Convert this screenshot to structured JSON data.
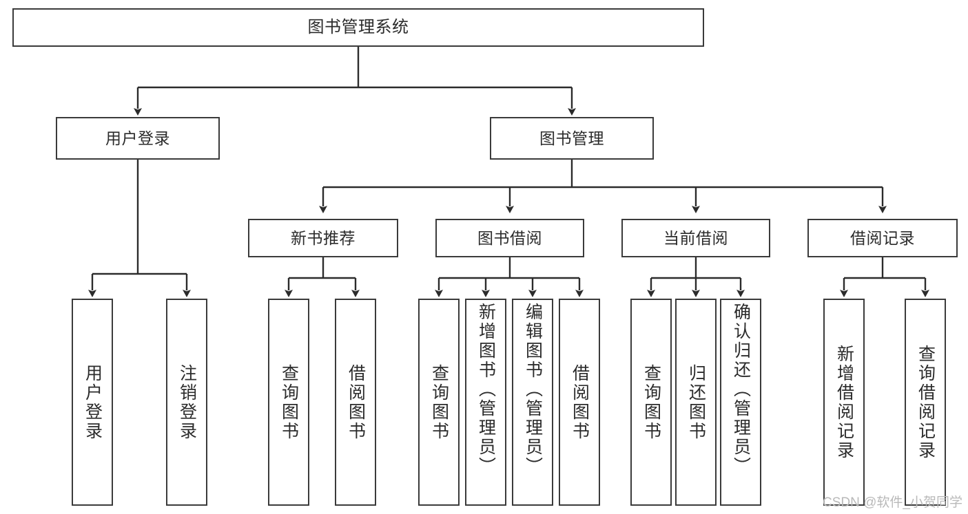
{
  "diagram": {
    "type": "hierarchy-tree",
    "title": "图书管理系统",
    "watermark": "CSDN @软件_小贺同学",
    "colors": {
      "box_border": "#3a3a3a",
      "box_fill": "#ffffff",
      "connector": "#2b2b2b",
      "text": "#2b2b2b",
      "watermark": "#b9b9b9"
    },
    "levels": {
      "root": {
        "label": "图书管理系统"
      },
      "level2": [
        {
          "label": "用户登录"
        },
        {
          "label": "图书管理"
        }
      ],
      "level3": [
        {
          "label": "新书推荐"
        },
        {
          "label": "图书借阅"
        },
        {
          "label": "当前借阅"
        },
        {
          "label": "借阅记录"
        }
      ],
      "leaves": {
        "user_login": [
          {
            "label": "用户登录"
          },
          {
            "label": "注销登录"
          }
        ],
        "new_book_rec": [
          {
            "label": "查询图书"
          },
          {
            "label": "借阅图书"
          }
        ],
        "book_borrow": [
          {
            "label": "查询图书"
          },
          {
            "label": "新增图书（管理员）"
          },
          {
            "label": "编辑图书（管理员）"
          },
          {
            "label": "借阅图书"
          }
        ],
        "current_borrow": [
          {
            "label": "查询图书"
          },
          {
            "label": "归还图书"
          },
          {
            "label": "确认归还（管理员）"
          }
        ],
        "borrow_record": [
          {
            "label": "新增借阅记录"
          },
          {
            "label": "查询借阅记录"
          }
        ]
      }
    }
  }
}
